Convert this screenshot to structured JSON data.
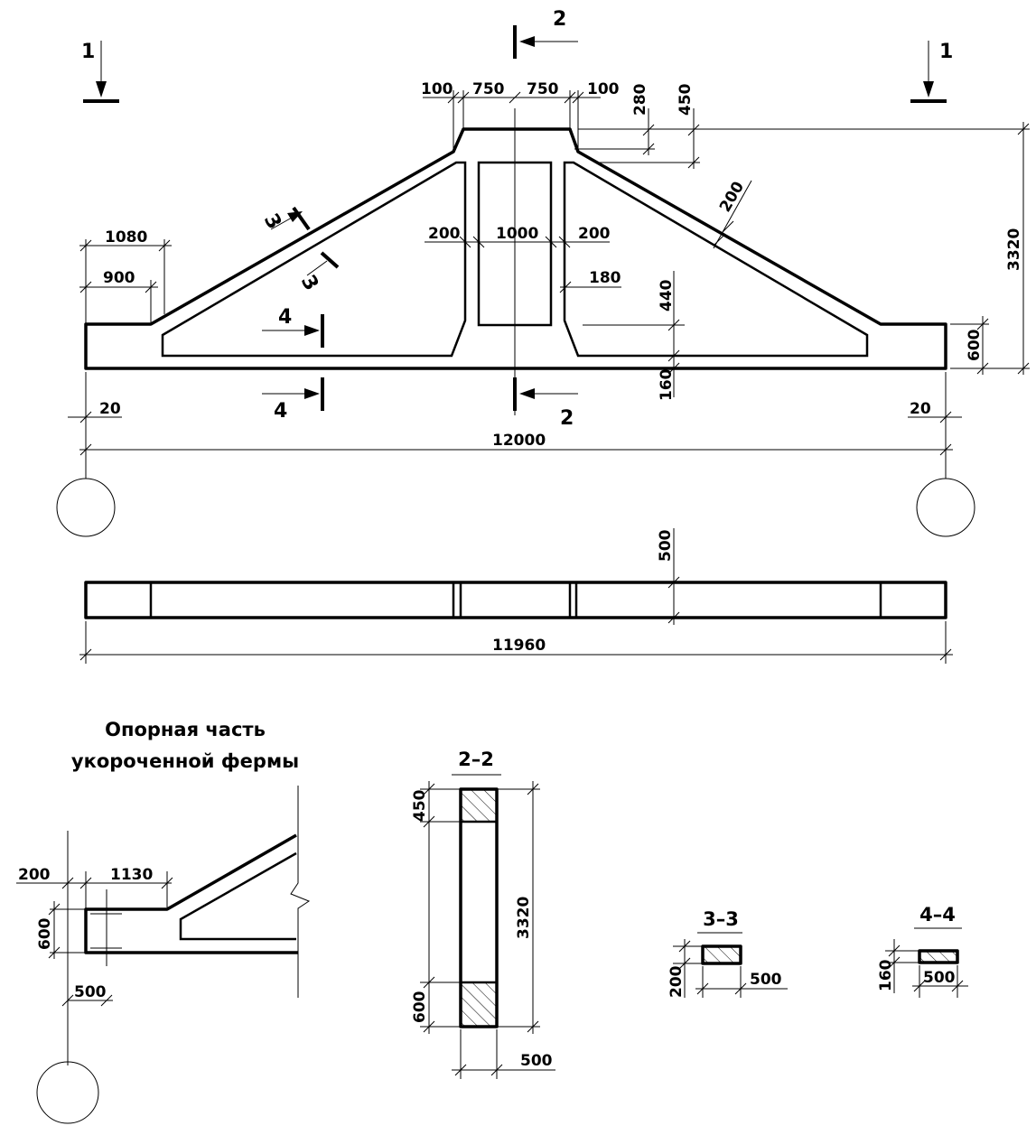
{
  "section_marks": {
    "s1": "1",
    "s2": "2",
    "s3": "3",
    "s4": "4"
  },
  "main_view": {
    "top_widths": [
      "100",
      "750",
      "750",
      "100"
    ],
    "top_heights": [
      "280",
      "450"
    ],
    "web_widths": [
      "200",
      "1000",
      "200"
    ],
    "left_widths": [
      "1080",
      "900"
    ],
    "diagonal_thickness": "200",
    "inner_offset": "180",
    "bottom_chord": [
      "440",
      "160"
    ],
    "support_height": "600",
    "total_height": "3320",
    "end_offsets": [
      "20",
      "20"
    ],
    "span": "12000"
  },
  "plan_view": {
    "width": "500",
    "length": "11960"
  },
  "support_detail": {
    "title_line1": "Опорная часть",
    "title_line2": "укороченной фермы",
    "dims": [
      "200",
      "1130",
      "600",
      "500"
    ]
  },
  "section_2_2": {
    "title": "2–2",
    "dims": [
      "450",
      "3320",
      "600",
      "500"
    ]
  },
  "section_3_3": {
    "title": "3–3",
    "dims": [
      "200",
      "500"
    ]
  },
  "section_4_4": {
    "title": "4–4",
    "dims": [
      "160",
      "500"
    ]
  }
}
